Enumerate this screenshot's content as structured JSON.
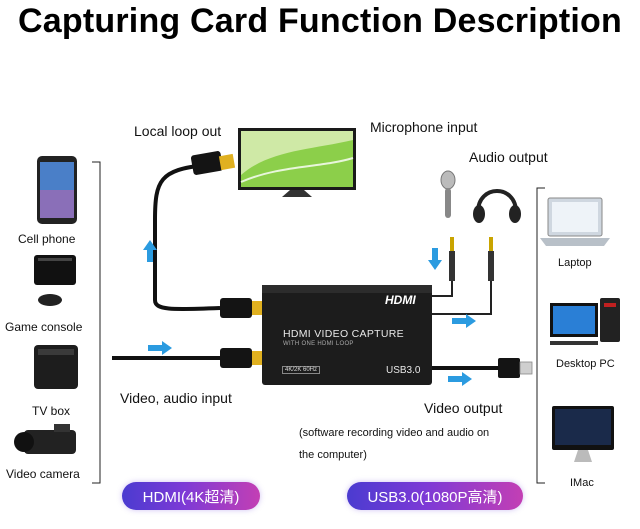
{
  "title": "Capturing Card Function Description",
  "labels": {
    "local_loop_out": "Local loop out",
    "microphone_input": "Microphone input",
    "audio_output": "Audio output",
    "video_audio_input": "Video, audio input",
    "video_output": "Video output",
    "video_output_note_line1": "(software recording video and audio on",
    "video_output_note_line2": "the computer)"
  },
  "capture_device": {
    "hdmi_logo": "HDMI",
    "name": "HDMI VIDEO CAPTURE",
    "subtitle": "WITH ONE HDMI LOOP",
    "badge": "4K/2K 60Hz",
    "port": "USB3.0"
  },
  "left_devices": [
    {
      "label": "Cell phone",
      "icon": "cell-phone-icon"
    },
    {
      "label": "Game console",
      "icon": "game-console-icon"
    },
    {
      "label": "TV box",
      "icon": "tv-box-icon"
    },
    {
      "label": "Video camera",
      "icon": "video-camera-icon"
    }
  ],
  "right_devices": [
    {
      "label": "Laptop",
      "icon": "laptop-icon"
    },
    {
      "label": "Desktop PC",
      "icon": "desktop-pc-icon"
    },
    {
      "label": "IMac",
      "icon": "imac-icon"
    }
  ],
  "pills": {
    "hdmi": "HDMI(4K超清)",
    "usb": "USB3.0(1080P高清)"
  },
  "colors": {
    "arrow": "#2b9be0",
    "hdmi_tip": "#e0b020",
    "device_body": "#1c1c1c",
    "pill_start": "#4b3bd0",
    "pill_end": "#c33fb4"
  }
}
